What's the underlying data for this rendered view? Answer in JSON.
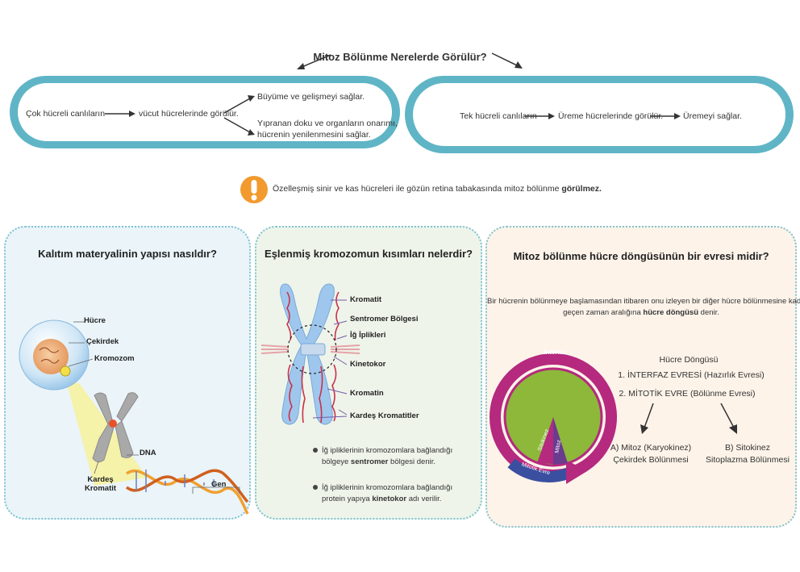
{
  "top": {
    "title": "Mitoz Bölünme Nerelerde Görülür?",
    "left_pill": {
      "source": "Çok hücreli canlıların",
      "target": "vücut hücrelerinde görülür.",
      "result_1": "Büyüme ve gelişmeyi sağlar.",
      "result_2_line1": "Yıpranan doku ve organların onarımı,",
      "result_2_line2": "hücrenin yenilenmesini sağlar."
    },
    "right_pill": {
      "source": "Tek hücreli canlıların",
      "target": "Üreme hücrelerinde görülür.",
      "result": "Üremeyi sağlar."
    }
  },
  "note": {
    "text": "Özelleşmiş sinir ve kas hücreleri ile gözün retina tabakasında mitoz bölünme ",
    "bold": "görülmez."
  },
  "panel1": {
    "title": "Kalıtım materyalinin yapısı nasıldır?",
    "labels": {
      "hucre": "Hücre",
      "cekirdek": "Çekirdek",
      "kromozom": "Kromozom",
      "dna": "DNA",
      "kardes_line1": "Kardeş",
      "kardes_line2": "Kromatit",
      "gen": "Gen"
    }
  },
  "panel2": {
    "title": "Eşlenmiş kromozomun kısımları nelerdir?",
    "labels": {
      "kromatit": "Kromatit",
      "sentromer": "Sentromer Bölgesi",
      "ig_iplikleri": "İğ İplikleri",
      "kinetokor": "Kinetokor",
      "kromatin": "Kromatin",
      "kardes_kromatitler": "Kardeş Kromatitler"
    },
    "bullet1_line1": "İğ ipliklerinin kromozomlara bağlandığı",
    "bullet1_line2_pre": "bölgeye ",
    "bullet1_line2_bold": "sentromer",
    "bullet1_line2_post": " bölgesi denir.",
    "bullet2_line1": "İğ ipliklerinin kromozomlara bağlandığı",
    "bullet2_line2_pre": "protein yapıya ",
    "bullet2_line2_bold": "kinetokor",
    "bullet2_line2_post": " adı verilir."
  },
  "panel3": {
    "title": "Mitoz bölünme hücre döngüsünün bir evresi midir?",
    "desc_line1": "Bir hücrenin bölünmeye başlamasından itibaren onu izleyen bir diğer hücre bölünmesine kadar",
    "desc_line2_pre": "geçen zaman aralığına ",
    "desc_line2_bold": "hücre döngüsü",
    "desc_line2_post": " denir.",
    "diagram": {
      "interfaz": "İnterfaz",
      "sitokinez": "Sitokinez",
      "mitoz": "Mitoz",
      "mitotik_evre": "Mitotik Evre"
    },
    "cycle_title": "Hücre Döngüsü",
    "step1": "1. İNTERFAZ EVRESİ (Hazırlık Evresi)",
    "step2": "2. MİTOTİK EVRE (Bölünme Evresi)",
    "a_line1": "A) Mitoz (Karyokinez)",
    "a_line2": "Çekirdek Bölünmesi",
    "b_line1": "B) Sitokinez",
    "b_line2": "Sitoplazma Bölünmesi"
  },
  "colors": {
    "pill_border": "#5fb5c6",
    "panel_blue_bg": "#eaf4f9",
    "panel_green_bg": "#eef4ea",
    "panel_peach_bg": "#fdf3e9",
    "cycle_magenta": "#b5297f",
    "cycle_green": "#8db83a",
    "alert_orange": "#f29a2e"
  },
  "icons": [
    "arrow-left-icon",
    "arrow-right-icon",
    "exclamation-icon"
  ]
}
